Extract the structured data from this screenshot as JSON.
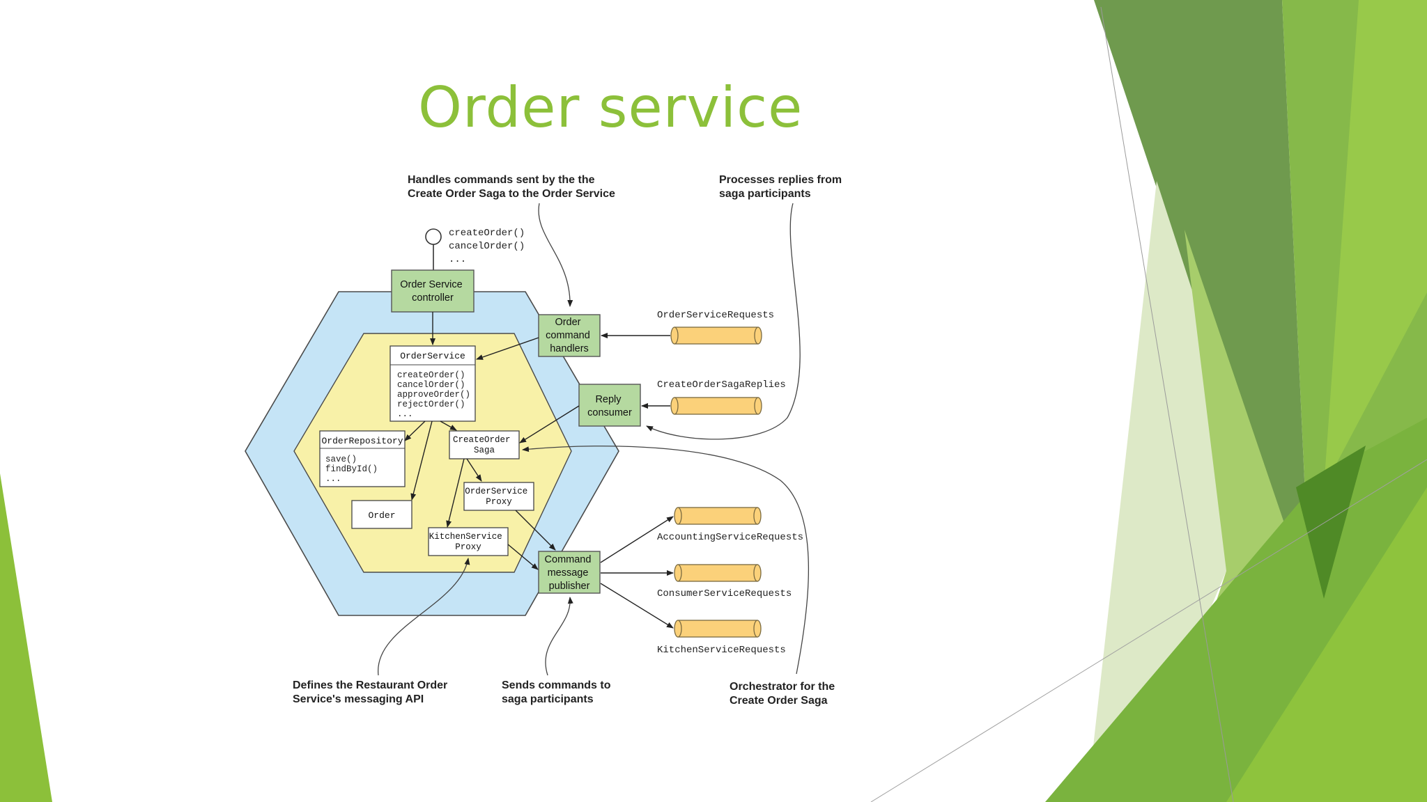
{
  "slide": {
    "title": "Order service",
    "accent_color": "#8cc03a"
  },
  "diagram": {
    "annotations": {
      "handles_commands": [
        "Handles commands sent by the the",
        "Create Order Saga to the Order Service"
      ],
      "processes_replies": [
        "Processes replies from",
        "saga participants"
      ],
      "defines_api": [
        "Defines the Restaurant Order",
        "Service's messaging API"
      ],
      "sends_commands": [
        "Sends commands to",
        "saga participants"
      ],
      "orchestrator": [
        "Orchestrator for the",
        "Create Order Saga"
      ]
    },
    "interface_ops": [
      "createOrder()",
      "cancelOrder()",
      "..."
    ],
    "boxes": {
      "controller": [
        "Order Service",
        "controller"
      ],
      "command_handlers": [
        "Order",
        "command",
        "handlers"
      ],
      "reply_consumer": [
        "Reply",
        "consumer"
      ],
      "publisher": [
        "Command",
        "message",
        "publisher"
      ]
    },
    "order_service": {
      "name": "OrderService",
      "methods": [
        "createOrder()",
        "cancelOrder()",
        "approveOrder()",
        "rejectOrder()",
        "..."
      ]
    },
    "order_repository": {
      "name": "OrderRepository",
      "methods": [
        "save()",
        "findById()",
        "..."
      ]
    },
    "create_order_saga": [
      "CreateOrder",
      "Saga"
    ],
    "order_service_proxy": [
      "OrderService",
      "Proxy"
    ],
    "kitchen_service_proxy": [
      "KitchenService",
      "Proxy"
    ],
    "order": "Order",
    "channels": {
      "order_service_requests": "OrderServiceRequests",
      "create_order_saga_replies": "CreateOrderSagaReplies",
      "accounting_service_requests": "AccountingServiceRequests",
      "consumer_service_requests": "ConsumerServiceRequests",
      "kitchen_service_requests": "KitchenServiceRequests"
    },
    "colors": {
      "hexagon_outer": "#c5e4f6",
      "hexagon_inner": "#f8f1a8",
      "adapter_box": "#b5d9a0",
      "channel": "#fbd17a"
    }
  }
}
